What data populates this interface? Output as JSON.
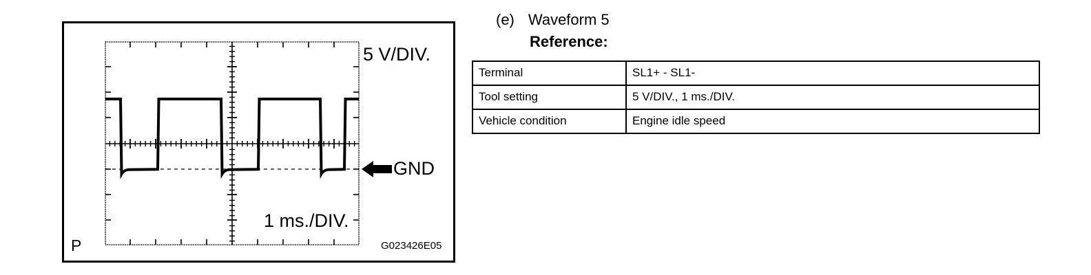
{
  "figure": {
    "name": "oscilloscope-waveform-figure",
    "vertical_scale_label": "5 V/DIV.",
    "horizontal_scale_label": "1 ms./DIV.",
    "ground_label": "GND",
    "corner_mark": "P",
    "figure_id": "G023426E05"
  },
  "heading": {
    "enumerator": "(e)",
    "title": "Waveform 5",
    "subtitle": "Reference:"
  },
  "table": {
    "rows": [
      {
        "label": "Terminal",
        "value": "SL1+ - SL1-"
      },
      {
        "label": "Tool setting",
        "value": "5 V/DIV., 1 ms./DIV."
      },
      {
        "label": "Vehicle condition",
        "value": "Engine idle speed"
      }
    ]
  },
  "chart_data": {
    "type": "line",
    "title": "Waveform 5",
    "xlabel": "1 ms./DIV.",
    "ylabel": "5 V/DIV.",
    "x_divisions": 10,
    "y_divisions": 8,
    "volts_per_division": 5,
    "ms_per_division": 1,
    "ground_reference_division": -1.0,
    "high_level_division": 1.75,
    "low_level_division": -1.0,
    "grid": true,
    "annotations": [
      "GND"
    ],
    "series": [
      {
        "name": "SL1+ - SL1-",
        "description": "Square wave pulse train, duty varying, high level ~1.75 div above center, low level at GND line ~1.0 div below center with small undershoot spike at each falling edge.",
        "points_div": [
          [
            0.0,
            1.75
          ],
          [
            0.62,
            1.75
          ],
          [
            0.66,
            -1.18
          ],
          [
            0.72,
            -1.05
          ],
          [
            0.95,
            -1.0
          ],
          [
            2.1,
            -1.0
          ],
          [
            2.14,
            1.75
          ],
          [
            4.55,
            1.75
          ],
          [
            4.6,
            -1.18
          ],
          [
            4.66,
            -1.05
          ],
          [
            4.9,
            -1.0
          ],
          [
            6.05,
            -1.0
          ],
          [
            6.09,
            1.75
          ],
          [
            8.45,
            1.75
          ],
          [
            8.5,
            -1.18
          ],
          [
            8.56,
            -1.05
          ],
          [
            8.8,
            -1.0
          ],
          [
            9.95,
            -1.0
          ],
          [
            9.99,
            1.75
          ],
          [
            10.0,
            1.75
          ]
        ]
      }
    ]
  }
}
